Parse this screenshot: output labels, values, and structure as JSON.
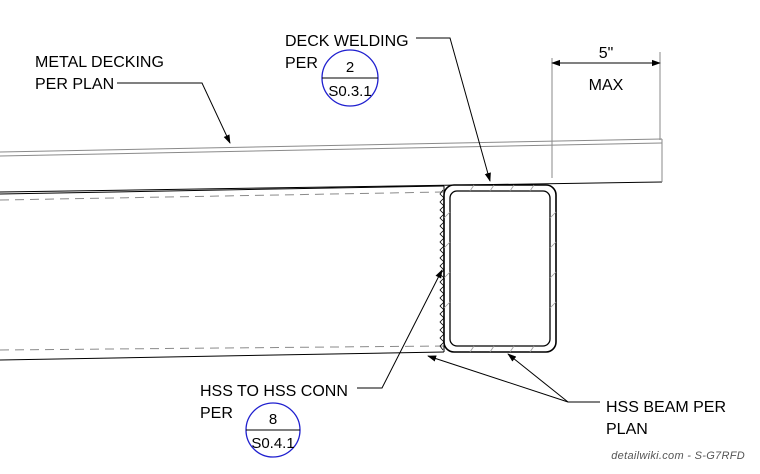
{
  "labels": {
    "metal_decking_line1": "METAL DECKING",
    "metal_decking_line2": "PER PLAN",
    "deck_welding_line1": "DECK WELDING",
    "deck_welding_line2": "PER",
    "hss_conn_line1": "HSS TO HSS CONN",
    "hss_conn_line2": "PER",
    "hss_beam_line1": "HSS BEAM PER",
    "hss_beam_line2": "PLAN",
    "dimension_value": "5\"",
    "dimension_note": "MAX"
  },
  "detail_tags": {
    "deck_welding": {
      "number": "2",
      "sheet": "S0.3.1"
    },
    "hss_conn": {
      "number": "8",
      "sheet": "S0.4.1"
    }
  },
  "watermark": "detailwiki.com - S-G7RFD",
  "colors": {
    "linework": "#000000",
    "hidden_lines": "#8a8a8a",
    "tag_bubble": "#1f1fcf"
  }
}
